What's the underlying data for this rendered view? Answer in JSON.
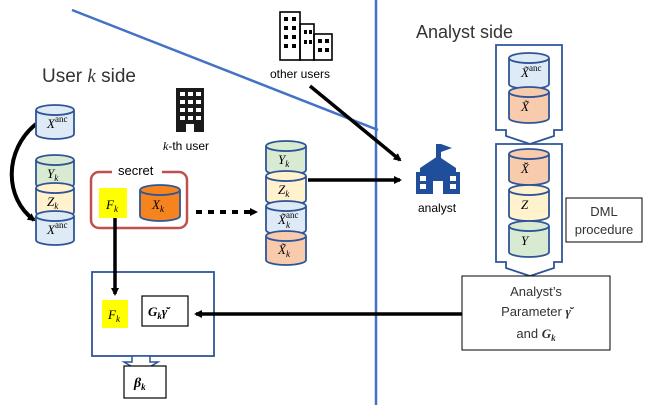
{
  "user_side": {
    "title": "User ",
    "title_var": "k",
    "title_suffix": " side",
    "kth_user_var": "k",
    "kth_user_suffix": "-th user",
    "secret_label": "secret",
    "db_Xanc": {
      "sym": "X",
      "sup": "anc"
    },
    "db_stack": [
      {
        "sym": "Y",
        "sub": "k",
        "color": "#d9ead3"
      },
      {
        "sym": "Z",
        "sub": "k",
        "color": "#fff2cc"
      },
      {
        "sym": "X",
        "sup": "anc",
        "color": "#deebf7"
      }
    ],
    "secret_F": {
      "sym": "F",
      "sub": "k"
    },
    "secret_X": {
      "sym": "X",
      "sub": "k",
      "color": "#f5841f"
    },
    "shared_stack": [
      {
        "sym": "Y",
        "sub": "k",
        "color": "#d9ead3"
      },
      {
        "sym": "Z",
        "sub": "k",
        "color": "#fff2cc"
      },
      {
        "sym": "X̃",
        "sub": "k",
        "sup": "anc",
        "color": "#deebf7"
      },
      {
        "sym": "X̃",
        "sub": "k",
        "color": "#f8cbad"
      }
    ],
    "result_F": {
      "sym": "F",
      "sub": "k"
    },
    "result_G": "G",
    "result_G_sub": "k",
    "result_gamma": "γ̆",
    "output_beta": "β",
    "output_beta_sub": "k"
  },
  "analyst_side": {
    "title": "Analyst side",
    "other_users_label": "other users",
    "analyst_label": "analyst",
    "top_stack": [
      {
        "sym": "X̃",
        "sup": "anc",
        "color": "#deebf7"
      },
      {
        "sym": "X̃",
        "color": "#f8cbad"
      }
    ],
    "bottom_stack": [
      {
        "sym": "X̆",
        "color": "#f8cbad"
      },
      {
        "sym": "Z",
        "color": "#fff2cc"
      },
      {
        "sym": "Y",
        "color": "#d9ead3"
      }
    ],
    "dml_line1": "DML",
    "dml_line2": "procedure",
    "param_line1": "Analyst’s",
    "param_line2": "Parameter ",
    "param_gamma": "γ̆",
    "param_line3": "and ",
    "param_G": "G",
    "param_G_sub": "k"
  },
  "colors": {
    "divider": "#4472c4",
    "frame": "#2f5597",
    "secret_border": "#c0504d",
    "highlight": "#ffff00",
    "cylinder_stroke": "#2f5597"
  },
  "icons": [
    "database-icon",
    "building-icon",
    "office-icon",
    "school-icon"
  ]
}
